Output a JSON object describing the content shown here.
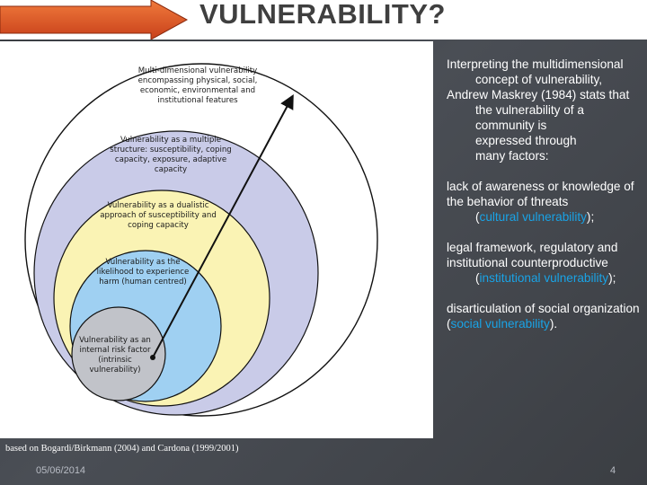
{
  "title": "VULNERABILITY?",
  "colors": {
    "outer_ring": "#ffffff",
    "ring_purple": "#c9cbe8",
    "ring_yellow": "#faf3b4",
    "ring_blue": "#9fd0f2",
    "ring_gray": "#c1c3c9",
    "accent": "#19a3e6"
  },
  "diagram": {
    "rings": [
      {
        "label": "Multi-dimensional vulnerability encompassing physical, social, economic, environmental and institutional features"
      },
      {
        "label": "Vulnerability as a multiple structure: susceptibility, coping capacity, exposure, adaptive capacity"
      },
      {
        "label": "Vulnerability as a dualistic approach of susceptibility and coping capacity"
      },
      {
        "label": "Vulnerability as the likelihood to experience harm (human centred)"
      },
      {
        "label": "Vulnerability as an internal risk factor (intrinsic vulnerability)"
      }
    ],
    "arrow_icon": "diagonal-arrow-icon"
  },
  "right_panel": {
    "intro_1": "Interpreting the multidimensional concept of vulnerability,",
    "intro_2": "Andrew Maskrey (1984) stats that the vulnerability of a community is",
    "intro_3": "expressed through",
    "intro_4": "many factors:",
    "item1_text": "lack of awareness or knowledge of the behavior of threats",
    "item1_open": "(",
    "item1_link": "cultural vulnerability",
    "item1_close": ");",
    "item2_text": "legal framework, regulatory and institutional counterproductive",
    "item2_open": "(",
    "item2_link": "institutional vulnerability",
    "item2_close": ");",
    "item3_text": "disarticulation of social organization",
    "item3_open": "(",
    "item3_link": "social vulnerability",
    "item3_close": ")."
  },
  "source_note": "based on Bogardi/Birkmann (2004) and Cardona (1999/2001)",
  "footer": {
    "date": "05/06/2014",
    "page": "4"
  }
}
